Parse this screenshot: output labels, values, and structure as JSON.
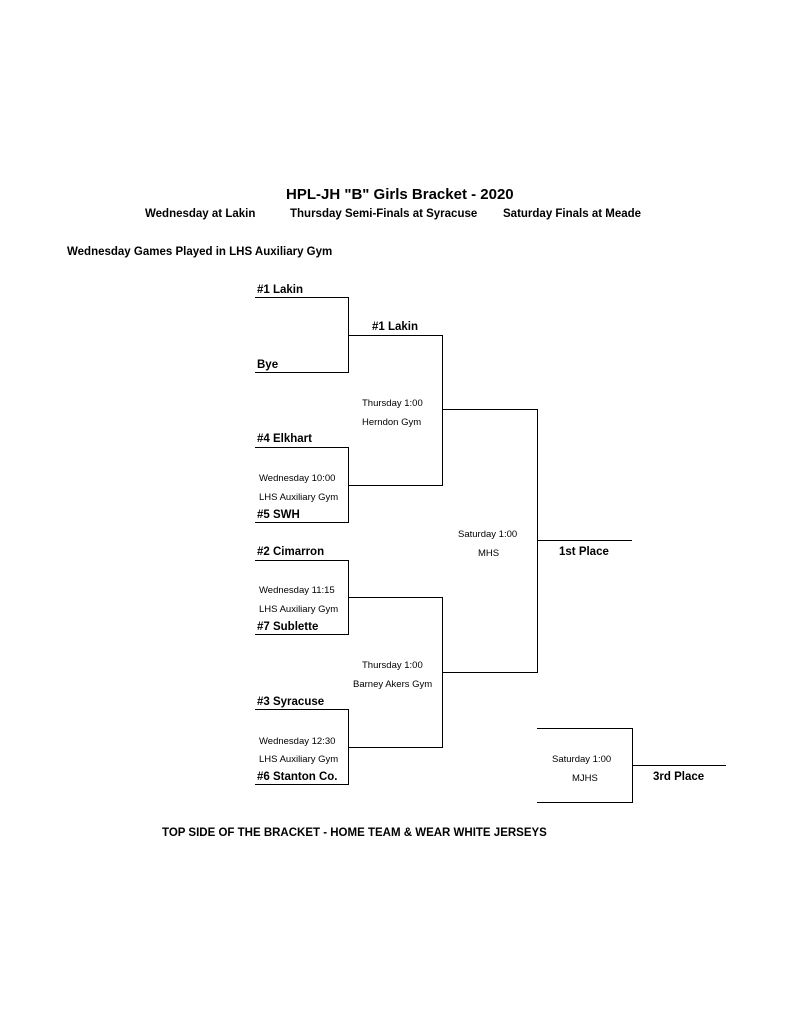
{
  "title": "HPL-JH \"B\" Girls Bracket - 2020",
  "schedule": {
    "wednesday": "Wednesday at Lakin",
    "thursday": "Thursday Semi-Finals at Syracuse",
    "saturday": "Saturday Finals at Meade"
  },
  "note_top": "Wednesday Games Played in LHS Auxiliary Gym",
  "teams": {
    "t1": "#1 Lakin",
    "bye": "Bye",
    "t4": "#4 Elkhart",
    "t5": "#5 SWH",
    "t2": "#2 Cimarron",
    "t7": "#7 Sublette",
    "t3": "#3 Syracuse",
    "t6": "#6 Stanton Co."
  },
  "round2": {
    "winner1": "#1 Lakin"
  },
  "games": {
    "g45_time": "Wednesday 10:00",
    "g45_loc": "LHS Auxiliary Gym",
    "g27_time": "Wednesday 11:15",
    "g27_loc": "LHS Auxiliary Gym",
    "g36_time": "Wednesday 12:30",
    "g36_loc": "LHS Auxiliary Gym",
    "semi1_time": "Thursday 1:00",
    "semi1_loc": "Herndon Gym",
    "semi2_time": "Thursday 1:00",
    "semi2_loc": "Barney Akers Gym",
    "final_time": "Saturday 1:00",
    "final_loc": "MHS",
    "third_time": "Saturday 1:00",
    "third_loc": "MJHS"
  },
  "places": {
    "first": "1st Place",
    "third": "3rd Place"
  },
  "note_bottom": "TOP SIDE OF THE BRACKET - HOME TEAM & WEAR WHITE JERSEYS"
}
